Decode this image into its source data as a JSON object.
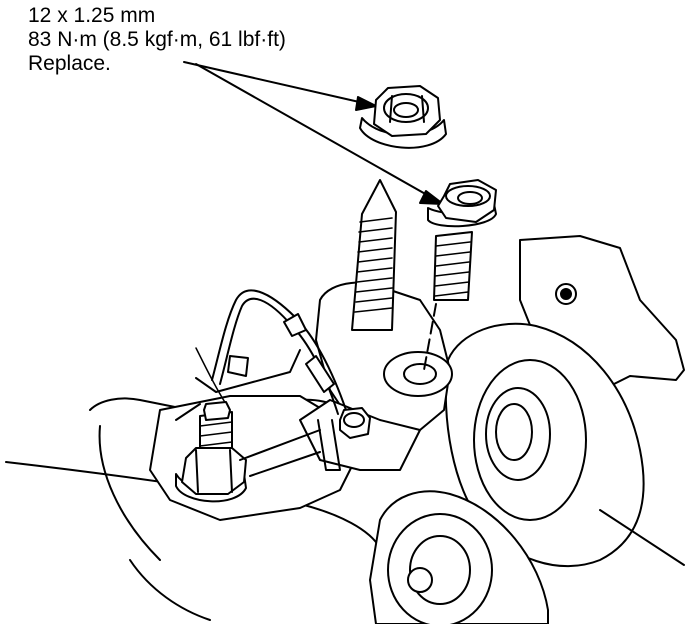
{
  "callout": {
    "size": "12 x 1.25 mm",
    "torque": "83 N·m (8.5 kgf·m, 61 lbf·ft)",
    "note": "Replace."
  },
  "colors": {
    "ink": "#000000",
    "paper": "#ffffff"
  }
}
